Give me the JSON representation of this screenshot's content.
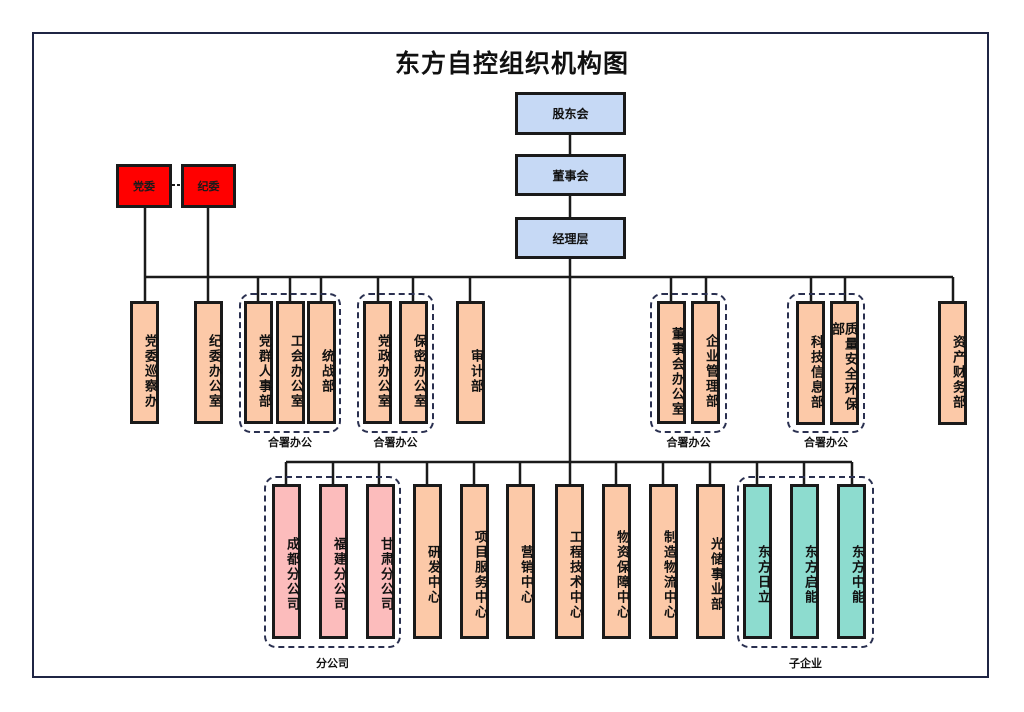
{
  "title": "东方自控组织机构图",
  "colors": {
    "governance": "#c6d9f5",
    "party": "#ff0000",
    "department": "#fcc9a8",
    "branch": "#fcbcbc",
    "subsidiary": "#8ddccf",
    "frame": "#1f2544"
  },
  "governance": [
    "股东会",
    "董事会",
    "经理层"
  ],
  "party": [
    "党委",
    "纪委"
  ],
  "departments": [
    "党委巡察办",
    "纪委办公室",
    "党群人事部",
    "工会办公室",
    "统战部",
    "党政办公室",
    "保密办公室",
    "审计部",
    "董事会办公室",
    "企业管理部",
    "科技信息部",
    "质量安全环保部",
    "资产财务部"
  ],
  "groups_top": [
    "合署办公",
    "合署办公",
    "合署办公",
    "合署办公"
  ],
  "units": [
    "成都分公司",
    "福建分公司",
    "甘肃分公司",
    "研发中心",
    "项目服务中心",
    "营销中心",
    "工程技术中心",
    "物资保障中心",
    "制造物流中心",
    "光储事业部",
    "东方日立",
    "东方启能",
    "东方中能"
  ],
  "groups_bottom": [
    "分公司",
    "子企业"
  ]
}
